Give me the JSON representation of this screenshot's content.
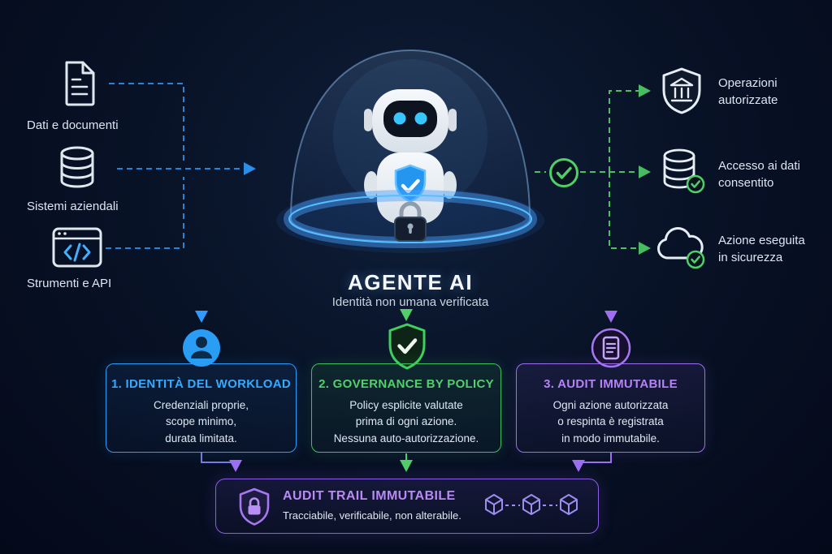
{
  "colors": {
    "background": "#081226",
    "blue_accent": "#2f9bff",
    "green_accent": "#4fcf68",
    "purple_accent": "#9d6ff0",
    "text": "#e8eef7"
  },
  "inputs": [
    {
      "label": "Dati e documenti",
      "icon": "document-icon"
    },
    {
      "label": "Sistemi aziendali",
      "icon": "database-icon"
    },
    {
      "label": "Strumenti e API",
      "icon": "code-window-icon"
    }
  ],
  "agent": {
    "title": "AGENTE AI",
    "subtitle": "Identità non umana verificata",
    "verified_icon": "check-circle-icon",
    "lock_icon": "padlock-icon",
    "shield_icon": "shield-check-icon"
  },
  "outputs": [
    {
      "label": "Operazioni\nautorizzate",
      "icon": "bank-shield-icon"
    },
    {
      "label": "Accesso ai dati\nconsentito",
      "icon": "database-check-icon"
    },
    {
      "label": "Azione eseguita\nin sicurezza",
      "icon": "cloud-check-icon"
    }
  ],
  "cards": [
    {
      "title": "1. IDENTITÀ DEL WORKLOAD",
      "body": "Credenziali proprie,\nscope minimo,\ndurata limitata.",
      "accent": "#2a9df4",
      "icon": "user-circle-icon"
    },
    {
      "title": "2. GOVERNANCE BY POLICY",
      "body": "Policy esplicite valutate\nprima di ogni azione.\nNessuna auto-autorizzazione.",
      "accent": "#4fcf68",
      "icon": "shield-check-icon"
    },
    {
      "title": "3. AUDIT IMMUTABILE",
      "body": "Ogni azione autorizzata\no respinta è registrata\nin modo immutabile.",
      "accent": "#9d6ff0",
      "icon": "document-circle-icon"
    }
  ],
  "audit": {
    "title": "AUDIT TRAIL IMMUTABILE",
    "subtitle": "Tracciabile, verificabile, non alterabile.",
    "icon": "shield-lock-icon",
    "chain_icon": "blockchain-cubes-icon"
  }
}
